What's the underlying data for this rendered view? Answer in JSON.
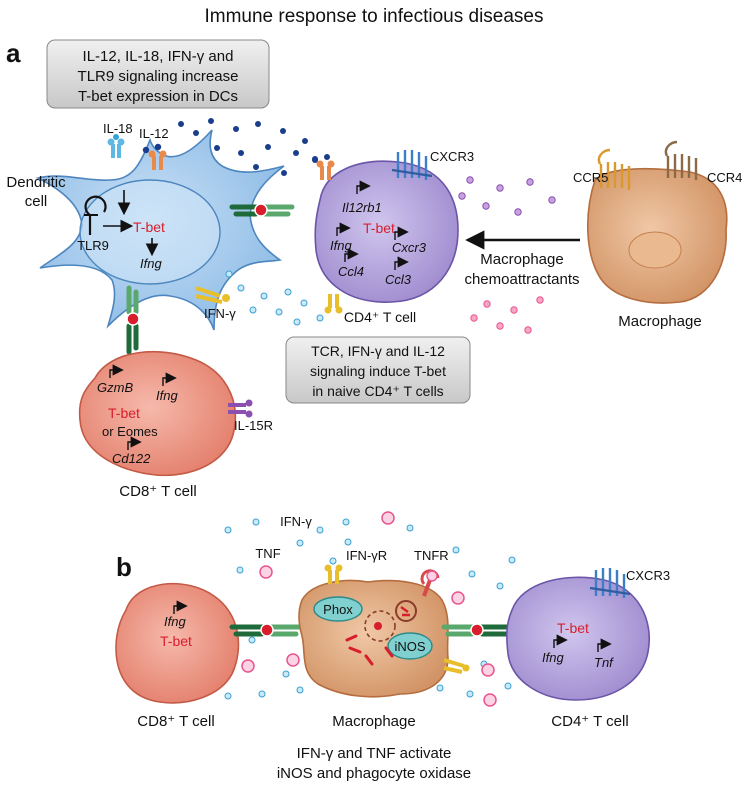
{
  "title": "Immune response to infectious diseases",
  "panel_a": {
    "label": "a",
    "box_dc": [
      "IL-12, IL-18, IFN-γ and",
      "TLR9 signaling increase",
      "T-bet expression in DCs"
    ],
    "dendritic_cell": [
      "Dendritic",
      "cell"
    ],
    "il18": "IL-18",
    "il12": "IL-12",
    "tlr9": "TLR9",
    "tbet": "T-bet",
    "ifng": "Ifng",
    "ifn_gamma": "IFN-γ",
    "cd4_genes": {
      "il12rb1": "Il12rb1",
      "tbet": "T-bet",
      "ifng": "Ifng",
      "cxcr3": "Cxcr3",
      "ccl4": "Ccl4",
      "ccl3": "Ccl3"
    },
    "cxcr3": "CXCR3",
    "cd4_label": "CD4⁺ T cell",
    "ccr5": "CCR5",
    "ccr4": "CCR4",
    "chemo": [
      "Macrophage",
      "chemoattractants"
    ],
    "macrophage": "Macrophage",
    "box_cd4": [
      "TCR, IFN-γ and IL-12",
      "signaling induce T-bet",
      "in naive CD4⁺ T cells"
    ],
    "cd8_genes": {
      "gzmb": "GzmB",
      "ifng": "Ifng",
      "tbet": "T-bet",
      "eomes": "or Eomes",
      "cd122": "Cd122"
    },
    "il15r": "IL-15R",
    "cd8_label": "CD8⁺ T cell"
  },
  "panel_b": {
    "label": "b",
    "ifn_gamma": "IFN-γ",
    "tnf": "TNF",
    "ifngr": "IFN-γR",
    "tnfr": "TNFR",
    "cxcr3": "CXCR3",
    "phox": "Phox",
    "inos": "iNOS",
    "cd8_ifng": "Ifng",
    "cd8_tbet": "T-bet",
    "cd4_tbet": "T-bet",
    "cd4_ifng": "Ifng",
    "cd4_tnf": "Tnf",
    "cd8_label": "CD8⁺ T cell",
    "mac_label": "Macrophage",
    "cd4_label": "CD4⁺ T cell",
    "caption": [
      "IFN-γ and TNF activate",
      "iNOS and phagocyte oxidase"
    ]
  },
  "colors": {
    "dc": "#a9cdee",
    "cd4": "#b8a9dc",
    "cd8": "#ef9c8c",
    "macrophage": "#e0ab83",
    "cytokine_blue_dark": "#1a3d8c",
    "cytokine_light_blue": "#6ec3ea",
    "chemokine_purple": "#8a4fb0",
    "chemokine_pink": "#e8548f",
    "tbet_red": "#d81e2c"
  }
}
